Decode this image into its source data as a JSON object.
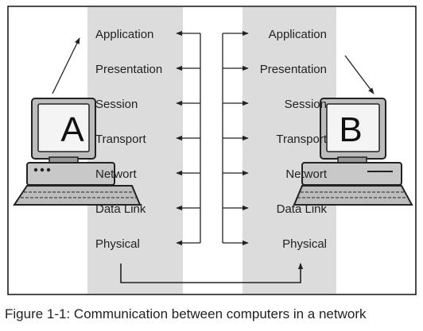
{
  "diagram": {
    "layers_left": [
      "Application",
      "Presentation",
      "Session",
      "Transport",
      "Networt",
      "Data Link",
      "Physical"
    ],
    "layers_right": [
      "Application",
      "Presentation",
      "Session",
      "Transport",
      "Networt",
      "Data Link",
      "Physical"
    ],
    "computer_a_label": "A",
    "computer_b_label": "B",
    "colors": {
      "band": "#dcdcdc",
      "ink": "#222222",
      "frame": "#111111"
    }
  },
  "caption": "Figure 1-1: Communication between computers in a network"
}
